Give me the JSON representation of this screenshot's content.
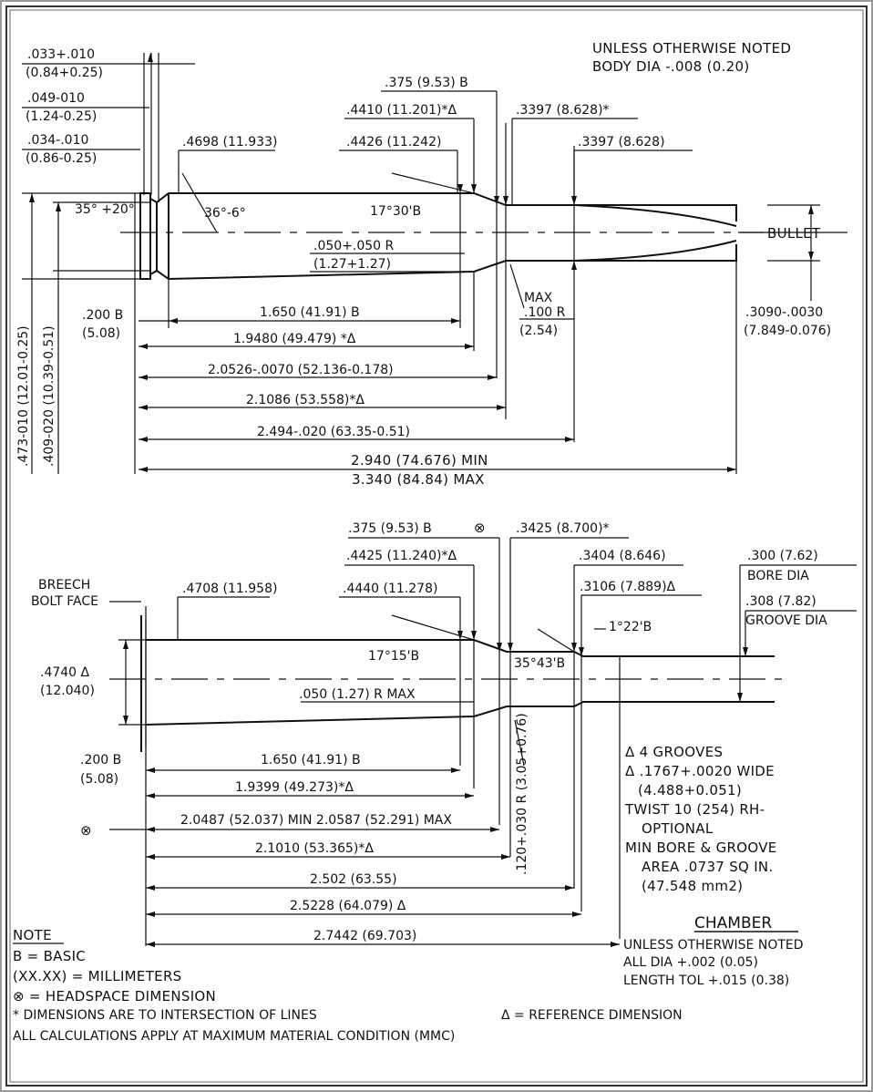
{
  "cartridge": {
    "notes": {
      "unless_noted": "UNLESS OTHERWISE NOTED",
      "body_dia": "BODY DIA -.008 (0.20)"
    },
    "dims": {
      "rim_thick_in": ".033+.010",
      "rim_thick_mm": "(0.84+0.25)",
      "extractor_in": ".049-010",
      "extractor_mm": "(1.24-0.25)",
      "groove_in": ".034-.010",
      "groove_mm": "(0.86-0.25)",
      "base_dia": ".4698 (11.933)",
      "shoulder_dia": ".4426 (11.242)",
      "neck_pos_basic": ".375 (9.53) B",
      "shoulder_intersect": ".4410 (11.201)*Δ",
      "neck_dia_star": ".3397 (8.628)*",
      "neck_dia": ".3397 (8.628)",
      "extractor_angle": "35° +20°",
      "groove_angle": "36°-6°",
      "shoulder_angle": "17°30'B",
      "shoulder_radius_in": ".050+.050 R",
      "shoulder_radius_mm": "(1.27+1.27)",
      "max_label": "MAX",
      "neck_radius_in": ".100 R",
      "neck_radius_mm": "(2.54)",
      "bullet_label": "BULLET",
      "bullet_dia_in": ".3090-.0030",
      "bullet_dia_mm": "(7.849-0.076)",
      "rim_dia": ".473-010 (12.01-0.25)",
      "groove_dia": ".409-020 (10.39-0.51)",
      "base_to_groove_in": ".200 B",
      "base_to_groove_mm": "(5.08)",
      "len_1": "1.650 (41.91) B",
      "len_2": "1.9480 (49.479) *Δ",
      "len_3": "2.0526-.0070 (52.136-0.178)",
      "len_4": "2.1086 (53.558)*Δ",
      "len_5": "2.494-.020 (63.35-0.51)",
      "oal_min": "2.940 (74.676) MIN",
      "oal_max": "3.340 (84.84) MAX"
    }
  },
  "chamber": {
    "breech_line1": "BREECH",
    "breech_line2": "BOLT FACE",
    "dims": {
      "neck_pos": ".375 (9.53) B",
      "headspace_symbol": "⊗",
      "neck_dia_star": ".3425 (8.700)*",
      "shoulder_intersect": ".4425 (11.240)*Δ",
      "neck_dia": ".3404 (8.646)",
      "throat_dia": ".3106 (7.889)Δ",
      "base_dia": ".4708 (11.958)",
      "shoulder_dia": ".4440 (11.278)",
      "bore_dia": ".300 (7.62)",
      "bore_label": "BORE DIA",
      "groove_dia": ".308 (7.82)",
      "groove_label": "GROOVE DIA",
      "leade_angle": "1°22'B",
      "shoulder_angle": "17°15'B",
      "throat_angle": "35°43'B",
      "rim_dia_in": ".4740 Δ",
      "rim_dia_mm": "(12.040)",
      "radius_max": ".050 (1.27) R MAX",
      "base_to_groove_in": ".200 B",
      "base_to_groove_mm": "(5.08)",
      "len_1": "1.650 (41.91) B",
      "len_2": "1.9399 (49.273)*Δ",
      "headspace": "2.0487 (52.037) MIN  2.0587 (52.291) MAX",
      "len_4": "2.1010 (53.365)*Δ",
      "len_5": "2.502 (63.55)",
      "len_6": "2.5228 (64.079) Δ",
      "len_7": "2.7442 (69.703)",
      "neck_radius": ".120+.030 R (3.05+0.76)"
    },
    "rifling": {
      "line1": "Δ  4 GROOVES",
      "line2": "Δ .1767+.0020 WIDE",
      "line3": "(4.488+0.051)",
      "line4": "TWIST 10 (254) RH-",
      "line5": "OPTIONAL",
      "line6": "MIN BORE & GROOVE",
      "line7": "AREA .0737 SQ IN.",
      "line8": "(47.548 mm2)"
    },
    "title": "CHAMBER",
    "tolerances": {
      "line1": "UNLESS OTHERWISE NOTED",
      "line2": "ALL DIA +.002 (0.05)",
      "line3": "LENGTH TOL +.015 (0.38)"
    }
  },
  "legend": {
    "heading": "NOTE",
    "basic": "B = BASIC",
    "mm": "(XX.XX) = MILLIMETERS",
    "headspace": "⊗ = HEADSPACE DIMENSION",
    "intersection": "* DIMENSIONS ARE TO INTERSECTION OF LINES",
    "reference": "Δ = REFERENCE DIMENSION",
    "mmc": "ALL CALCULATIONS APPLY AT MAXIMUM MATERIAL CONDITION (MMC)"
  }
}
